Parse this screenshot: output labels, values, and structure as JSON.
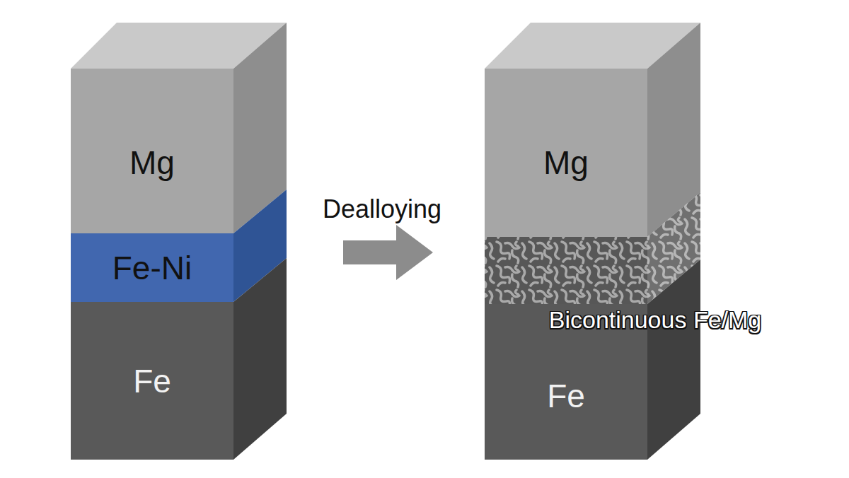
{
  "diagram": {
    "nodes": [
      {
        "text": [
          "Mg"
        ]
      },
      {
        "text": [
          "Fe-Ni"
        ]
      },
      {
        "text": [
          "Fe"
        ]
      },
      {
        "text": [
          "Mg"
        ]
      },
      {
        "text": [
          "Fe"
        ]
      }
    ],
    "labels": [
      "Dealloying",
      "Bicontinuous Fe/Mg"
    ]
  }
}
